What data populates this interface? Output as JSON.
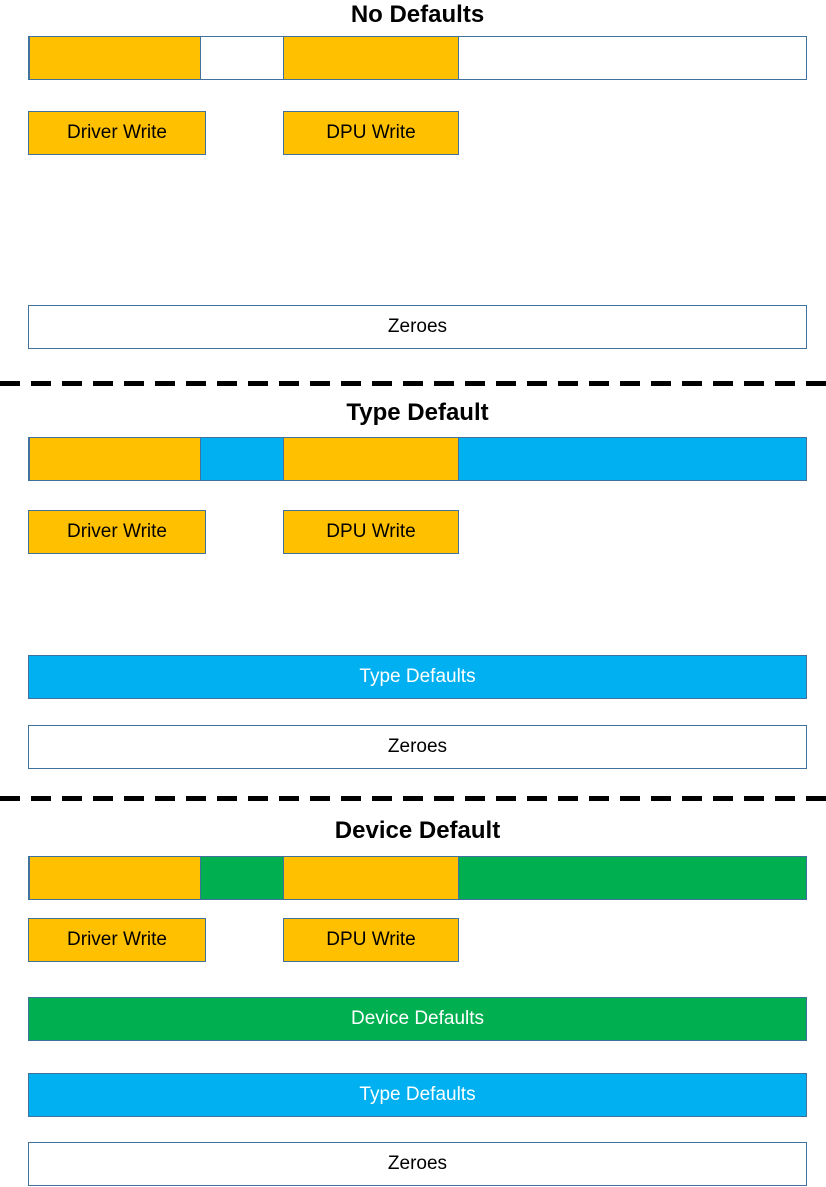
{
  "diagram_title": "Memory write defaults diagram",
  "colors": {
    "write_fill": "#FFC000",
    "type_default_fill": "#00B0F0",
    "device_default_fill": "#00B050",
    "empty_fill": "#FFFFFF",
    "border": "#41719C",
    "divider": "#000000",
    "text_dark": "#000000",
    "text_light": "#FFFFFF"
  },
  "sections": [
    {
      "name": "no-defaults",
      "title": "No Defaults",
      "memory_bar": {
        "fill_name": "empty",
        "fill": "#FFFFFF",
        "segments": [
          {
            "name": "driver-write-segment",
            "fill": "#FFC000"
          },
          {
            "name": "dpu-write-segment",
            "fill": "#FFC000"
          }
        ]
      },
      "write_labels": [
        {
          "name": "driver-write",
          "text": "Driver Write",
          "fill": "#FFC000"
        },
        {
          "name": "dpu-write",
          "text": "DPU Write",
          "fill": "#FFC000"
        }
      ],
      "layers": [
        {
          "name": "zeroes",
          "text": "Zeroes",
          "fill": "#FFFFFF",
          "text_color": "#000000"
        }
      ]
    },
    {
      "name": "type-default",
      "title": "Type Default",
      "memory_bar": {
        "fill_name": "type-defaults",
        "fill": "#00B0F0",
        "segments": [
          {
            "name": "driver-write-segment",
            "fill": "#FFC000"
          },
          {
            "name": "dpu-write-segment",
            "fill": "#FFC000"
          }
        ]
      },
      "write_labels": [
        {
          "name": "driver-write",
          "text": "Driver Write",
          "fill": "#FFC000"
        },
        {
          "name": "dpu-write",
          "text": "DPU Write",
          "fill": "#FFC000"
        }
      ],
      "layers": [
        {
          "name": "type-defaults",
          "text": "Type Defaults",
          "fill": "#00B0F0",
          "text_color": "#FFFFFF"
        },
        {
          "name": "zeroes",
          "text": "Zeroes",
          "fill": "#FFFFFF",
          "text_color": "#000000"
        }
      ]
    },
    {
      "name": "device-default",
      "title": "Device Default",
      "memory_bar": {
        "fill_name": "device-defaults",
        "fill": "#00B050",
        "segments": [
          {
            "name": "driver-write-segment",
            "fill": "#FFC000"
          },
          {
            "name": "dpu-write-segment",
            "fill": "#FFC000"
          }
        ]
      },
      "write_labels": [
        {
          "name": "driver-write",
          "text": "Driver Write",
          "fill": "#FFC000"
        },
        {
          "name": "dpu-write",
          "text": "DPU Write",
          "fill": "#FFC000"
        }
      ],
      "layers": [
        {
          "name": "device-defaults",
          "text": "Device Defaults",
          "fill": "#00B050",
          "text_color": "#FFFFFF"
        },
        {
          "name": "type-defaults",
          "text": "Type Defaults",
          "fill": "#00B0F0",
          "text_color": "#FFFFFF"
        },
        {
          "name": "zeroes",
          "text": "Zeroes",
          "fill": "#FFFFFF",
          "text_color": "#000000"
        }
      ]
    }
  ]
}
